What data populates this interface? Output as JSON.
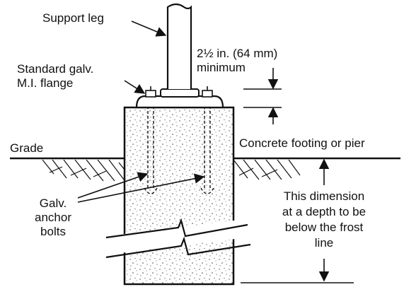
{
  "diagram": {
    "labels": {
      "support_leg": "Support leg",
      "flange": [
        "Standard galv.",
        "M.I. flange"
      ],
      "clearance": [
        "2½ in. (64 mm)",
        "minimum"
      ],
      "grade": "Grade",
      "footing": "Concrete footing or pier",
      "anchor_bolts": [
        "Galv.",
        "anchor",
        "bolts"
      ],
      "frost_dimension": [
        "This dimension",
        "at a depth to be",
        "below the frost",
        "line"
      ]
    },
    "colors": {
      "ink": "#111111",
      "concrete": "#ffffff",
      "stipple": "#444444"
    }
  }
}
